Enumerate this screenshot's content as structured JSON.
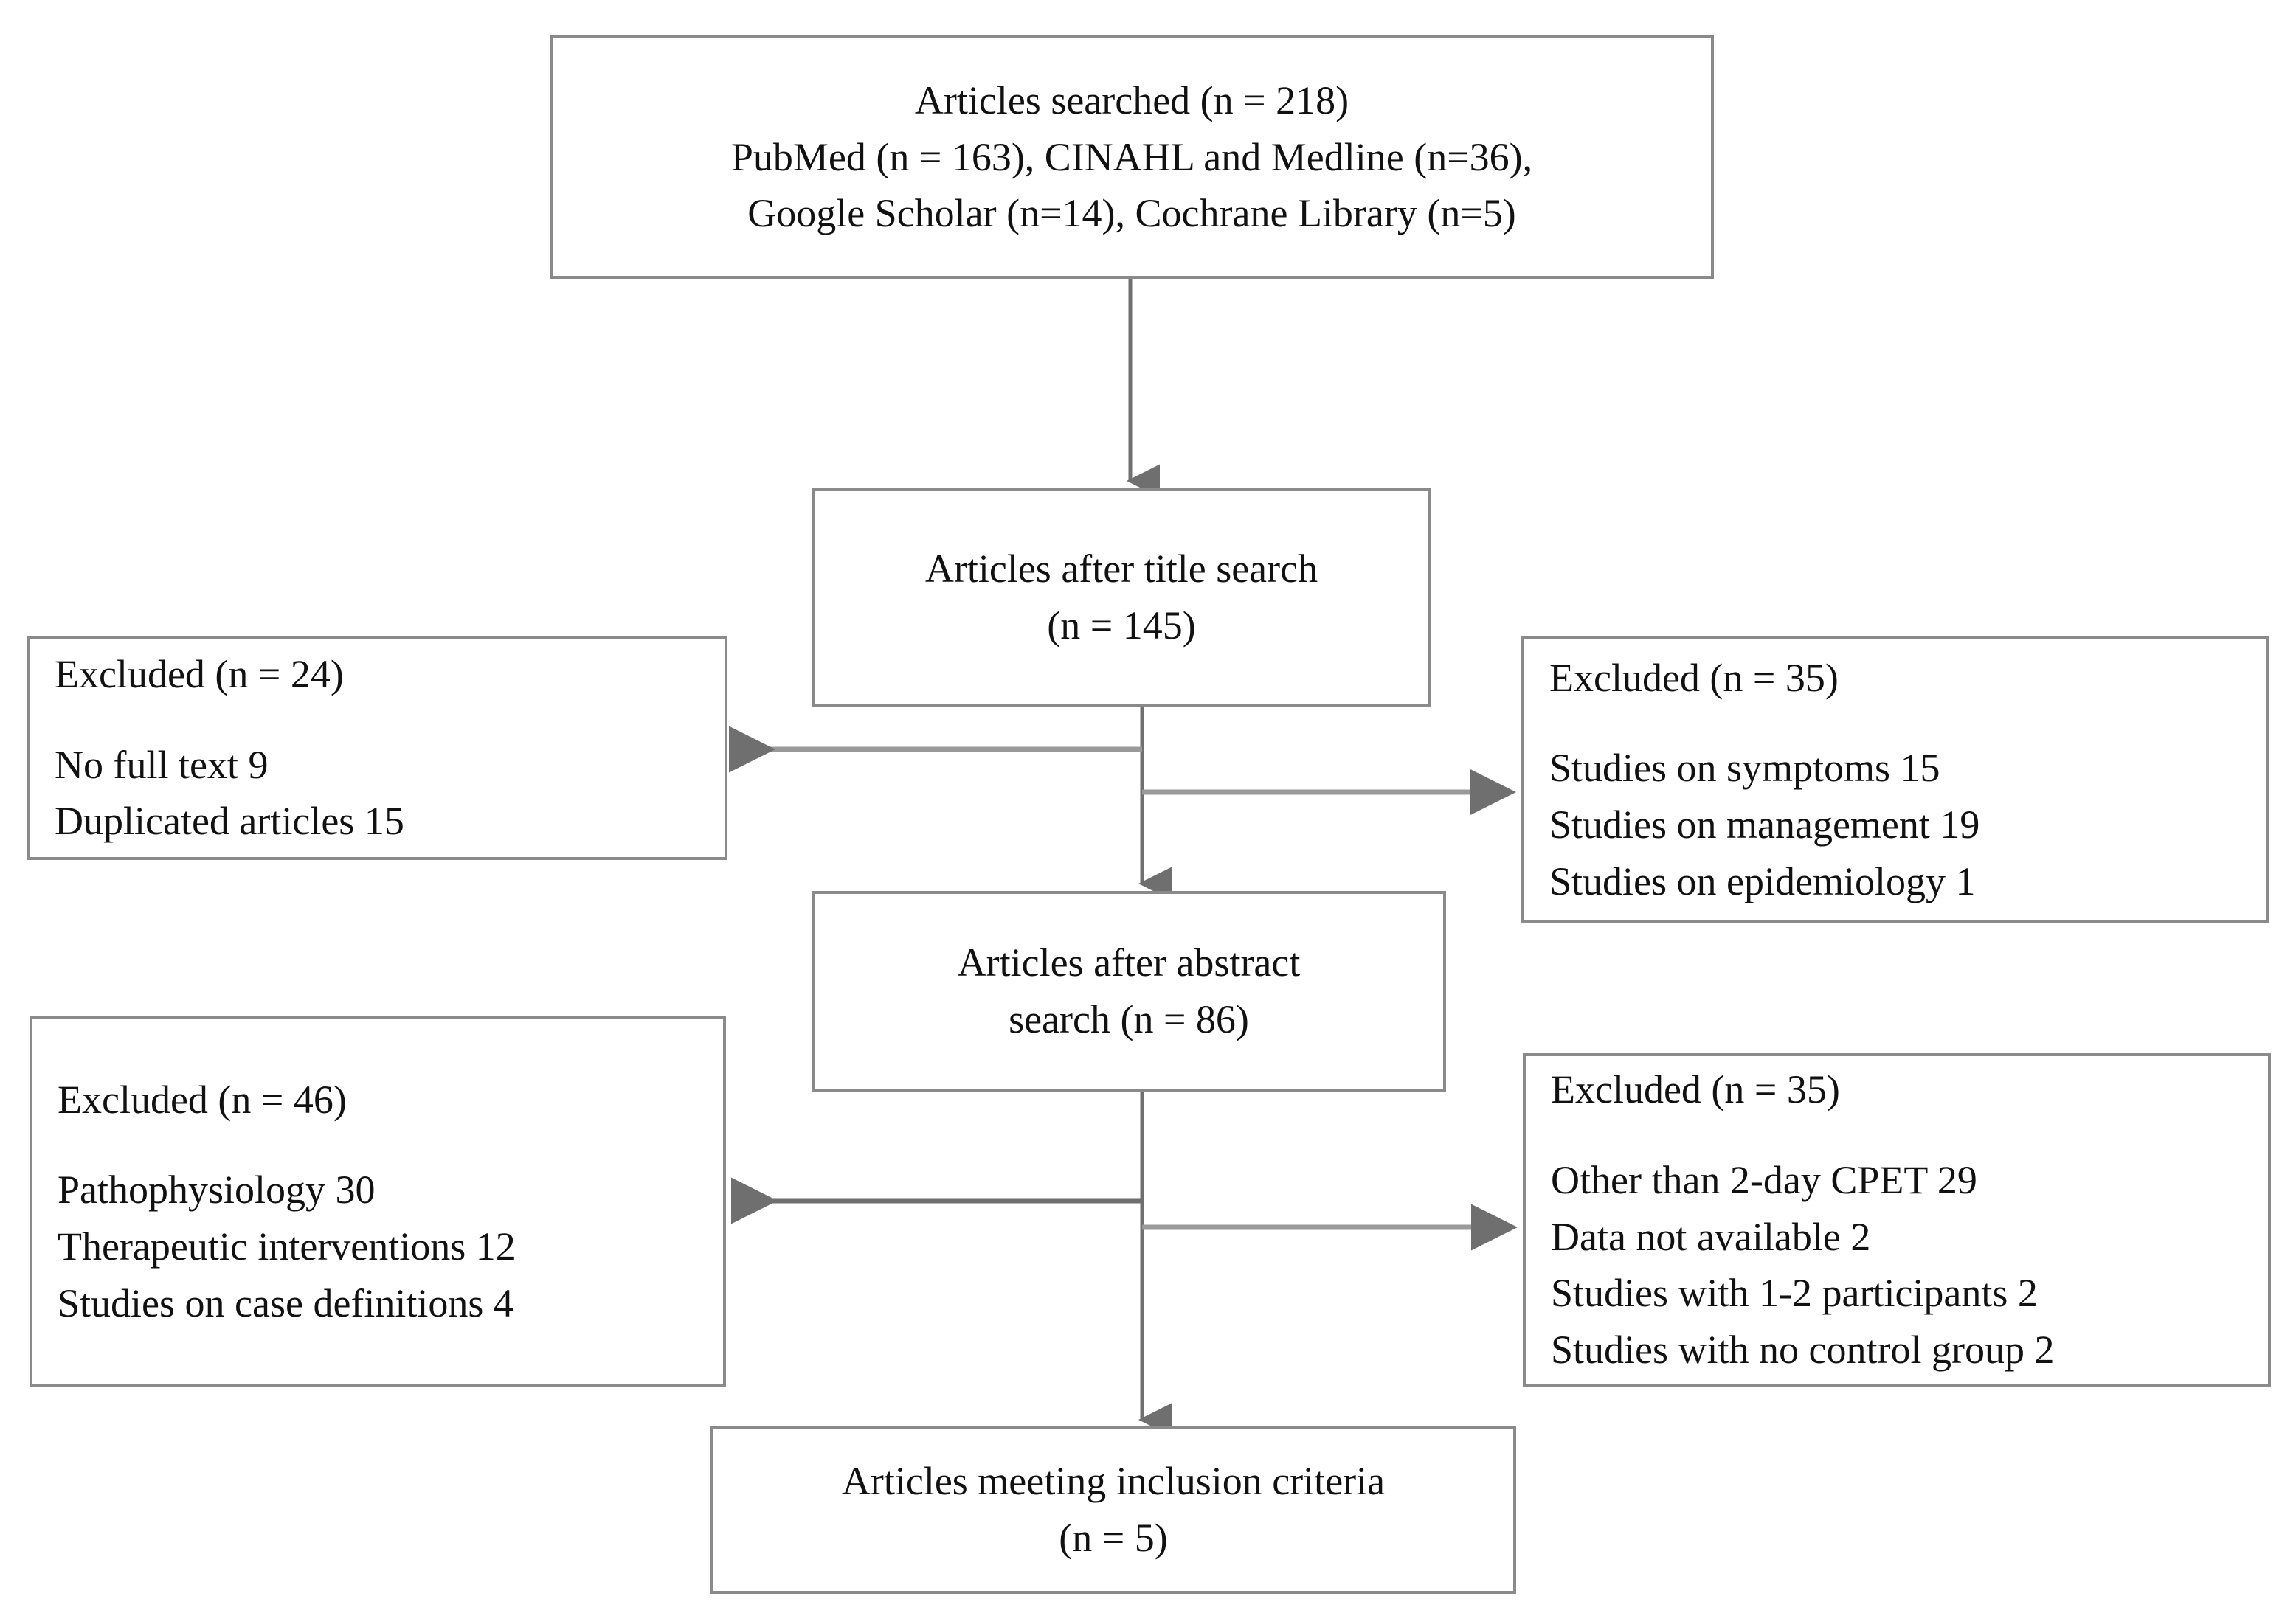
{
  "diagram": {
    "type": "prisma-flow-diagram",
    "colors": {
      "box_border": "#8a8a8a",
      "connector": "#6f6f6f",
      "text": "#111111",
      "background": "#ffffff"
    },
    "nodes": {
      "searched": {
        "lines": [
          "Articles searched (n = 218)",
          "PubMed (n = 163), CINAHL and Medline (n=36),",
          "Google Scholar (n=14), Cochrane Library (n=5)"
        ]
      },
      "after_title": {
        "lines": [
          "Articles after title search",
          "(n = 145)"
        ]
      },
      "excluded_title_left": {
        "heading": "Excluded (n = 24)",
        "reasons": [
          "No full text 9",
          "Duplicated articles 15"
        ]
      },
      "excluded_title_right": {
        "heading": "Excluded (n = 35)",
        "reasons": [
          "Studies on symptoms 15",
          "Studies on management 19",
          "Studies on epidemiology 1"
        ]
      },
      "after_abstract": {
        "lines": [
          "Articles after abstract",
          "search (n = 86)"
        ]
      },
      "excluded_abstract_left": {
        "heading": "Excluded (n = 46)",
        "reasons": [
          "Pathophysiology 30",
          "Therapeutic interventions 12",
          "Studies on case definitions 4"
        ]
      },
      "excluded_abstract_right": {
        "heading": "Excluded (n = 35)",
        "reasons": [
          "Other than 2-day CPET 29",
          "Data not available 2",
          "Studies with 1-2 participants 2",
          "Studies with no control group 2"
        ]
      },
      "included": {
        "lines": [
          "Articles meeting inclusion criteria",
          "(n = 5)"
        ]
      }
    }
  }
}
